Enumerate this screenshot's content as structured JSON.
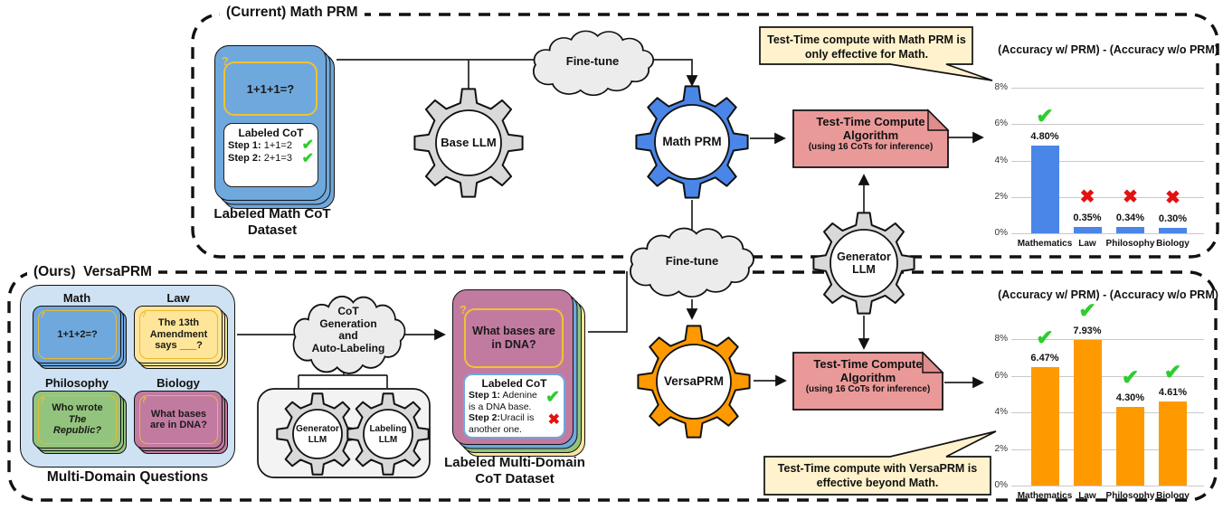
{
  "colors": {
    "prm_blue": "#4a86e8",
    "versaprm_orange": "#ff9900",
    "math_card_blue": "#6fa8dc",
    "law_yellow": "#ffe599",
    "philosophy_green": "#93c47d",
    "biology_purple": "#c27ba0",
    "panel_blue": "#cfe2f3",
    "ttc_pink": "#ea9999",
    "callout_cream": "#fff2cc",
    "gear_gray": "#d9d9d9",
    "check_green": "#2ecc2e",
    "cross_red": "#e21212"
  },
  "top_section": {
    "label": "(Current) Math PRM",
    "dataset_card": {
      "question_mark": "?",
      "question": "1+1+1=?",
      "cot_title": "Labeled CoT",
      "steps": [
        {
          "prefix": "Step 1:",
          "text": "1+1=2",
          "mark": "check"
        },
        {
          "prefix": "Step 2:",
          "text": "2+1=3",
          "mark": "check"
        }
      ],
      "caption": [
        "Labeled Math CoT",
        "Dataset"
      ]
    },
    "base_llm_label": "Base LLM",
    "finetune_label": "Fine-tune",
    "math_prm_label": "Math PRM",
    "ttc_box": [
      "Test-Time Compute",
      "Algorithm",
      "(using 16 CoTs for inference)"
    ],
    "callout": [
      "Test-Time compute with Math PRM is",
      "only effective for Math."
    ]
  },
  "generator_llm": {
    "line1": "Generator",
    "line2": "LLM"
  },
  "bottom_section": {
    "label": "(Ours)  VersaPRM",
    "questions_panel": {
      "domains": [
        {
          "name": "Math",
          "lines": [
            "1+1+2=?"
          ]
        },
        {
          "name": "Law",
          "lines": [
            "The 13th",
            "Amendment",
            "says ___?"
          ]
        },
        {
          "name": "Philosophy",
          "lines": [
            "Who wrote",
            "The",
            "Republic?"
          ]
        },
        {
          "name": "Biology",
          "lines": [
            "What bases",
            "are in DNA?"
          ]
        }
      ],
      "caption": "Multi-Domain Questions"
    },
    "cot_cloud": [
      "CoT",
      "Generation",
      "and",
      "Auto-Labeling"
    ],
    "generator_llm_small": {
      "line1": "Generator",
      "line2": "LLM"
    },
    "labeling_llm_small": {
      "line1": "Labeling",
      "line2": "LLM"
    },
    "finetune_label": "Fine-tune",
    "versaprm_label": "VersaPRM",
    "dataset_card": {
      "question_mark": "?",
      "question_lines": [
        "What bases are",
        "in DNA?"
      ],
      "cot_title": "Labeled CoT",
      "steps": [
        {
          "prefix": "Step 1:",
          "text": "Adenine is a DNA base.",
          "mark": "check"
        },
        {
          "prefix": "Step 2:",
          "text": "Uracil is another one.",
          "mark": "cross"
        }
      ],
      "caption": [
        "Labeled Multi-Domain",
        "CoT Dataset"
      ]
    },
    "ttc_box": [
      "Test-Time Compute",
      "Algorithm",
      "(using 16 CoTs for inference)"
    ],
    "callout": [
      "Test-Time compute with VersaPRM is",
      "effective beyond Math."
    ]
  },
  "chart_data": [
    {
      "type": "bar",
      "position": "top-right",
      "title": "(Accuracy w/ PRM) - (Accuracy w/o PRM)",
      "categories": [
        "Mathematics",
        "Law",
        "Philosophy",
        "Biology"
      ],
      "values": [
        4.8,
        0.35,
        0.34,
        0.3
      ],
      "value_labels": [
        "4.80%",
        "0.35%",
        "0.34%",
        "0.30%"
      ],
      "marks": [
        "check",
        "cross",
        "cross",
        "cross"
      ],
      "ylim": [
        0,
        8
      ],
      "ytick_labels": [
        "0%",
        "2%",
        "4%",
        "6%",
        "8%"
      ],
      "bar_color": "#4a86e8",
      "grid": true,
      "xlabel": "",
      "ylabel": ""
    },
    {
      "type": "bar",
      "position": "bottom-right",
      "title": "(Accuracy w/ PRM) - (Accuracy w/o PRM)",
      "categories": [
        "Mathematics",
        "Law",
        "Philosophy",
        "Biology"
      ],
      "values": [
        6.47,
        7.93,
        4.3,
        4.61
      ],
      "value_labels": [
        "6.47%",
        "7.93%",
        "4.30%",
        "4.61%"
      ],
      "marks": [
        "check",
        "check",
        "check",
        "check"
      ],
      "ylim": [
        0,
        8
      ],
      "ytick_labels": [
        "0%",
        "2%",
        "4%",
        "6%",
        "8%"
      ],
      "bar_color": "#ff9900",
      "grid": true,
      "xlabel": "",
      "ylabel": ""
    }
  ]
}
